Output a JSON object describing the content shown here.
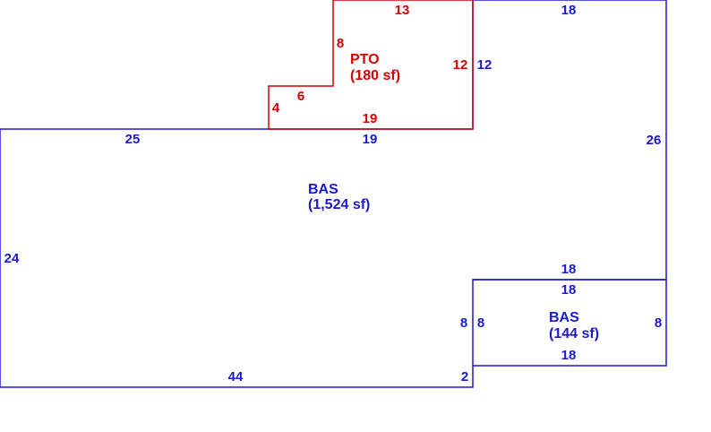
{
  "colors": {
    "base": "#1a1acc",
    "patio": "#d40000",
    "background": "#ffffff"
  },
  "areas": {
    "main_bas": {
      "code": "BAS",
      "area": "(1,524 sf)"
    },
    "small_bas": {
      "code": "BAS",
      "area": "(144 sf)"
    },
    "patio": {
      "code": "PTO",
      "area": "(180 sf)"
    }
  },
  "dimensions": {
    "blue_top_right": "18",
    "blue_right_upper": "26",
    "blue_left": "24",
    "blue_top_left": "25",
    "blue_top_mid": "19",
    "blue_mid_12": "12",
    "blue_ell_top_outer": "18",
    "blue_ell_top_inner": "18",
    "blue_ell_left_outer": "8",
    "blue_ell_left_inner": "8",
    "blue_ell_right": "8",
    "blue_ell_bottom": "18",
    "blue_bottom": "44",
    "blue_step": "2",
    "red_top": "13",
    "red_left_upper": "8",
    "red_step_h": "6",
    "red_step_v": "4",
    "red_bottom": "19",
    "red_right": "12"
  }
}
